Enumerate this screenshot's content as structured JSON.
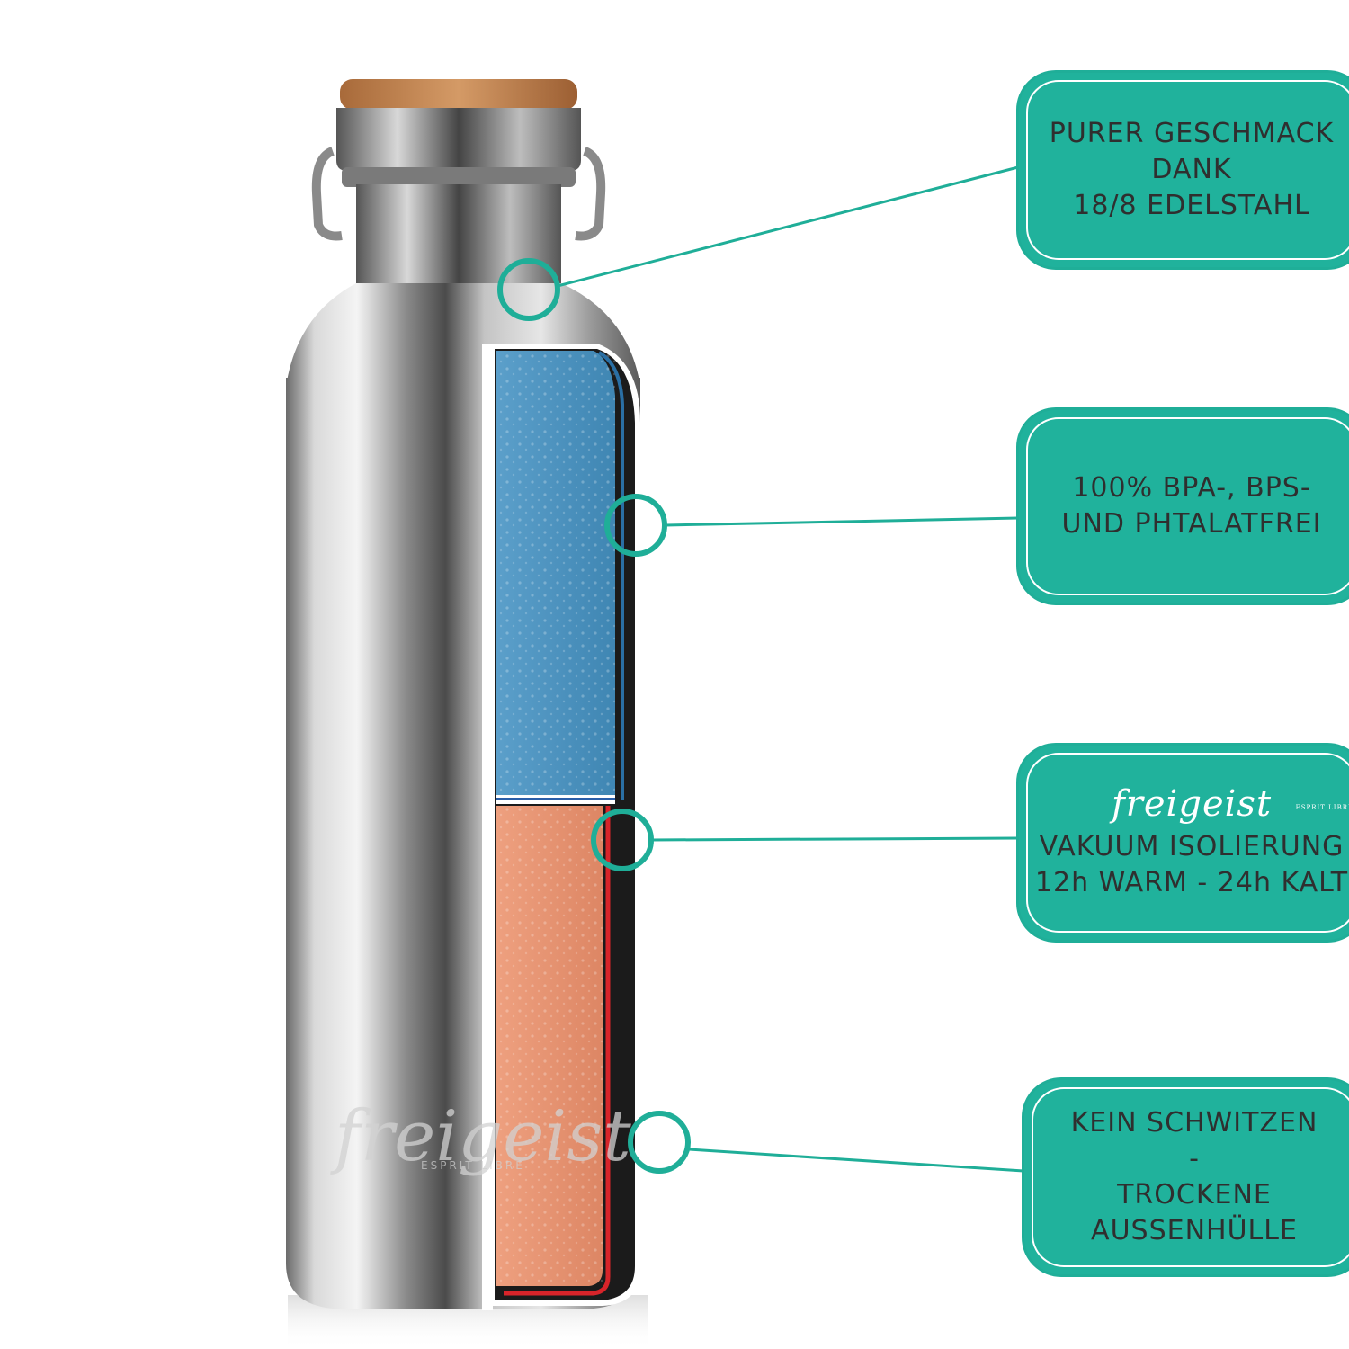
{
  "brand": {
    "logo_text": "freigeist",
    "logo_subtext": "ESPRIT LIBRE"
  },
  "colors": {
    "accent": "#20b29c",
    "cold_fill": "#4f96c0",
    "warm_fill": "#e8906f"
  },
  "callouts": [
    {
      "lines": [
        "PURER GESCHMACK",
        "DANK",
        "18/8 EDELSTAHL"
      ]
    },
    {
      "lines": [
        "100% BPA-, BPS-",
        "UND PHTALATFREI"
      ]
    },
    {
      "lines": [
        "VAKUUM ISOLIERUNG",
        "12h WARM - 24h KALT"
      ]
    },
    {
      "lines": [
        "KEIN SCHWITZEN",
        "-",
        "TROCKENE",
        "AUSSENHÜLLE"
      ]
    }
  ]
}
